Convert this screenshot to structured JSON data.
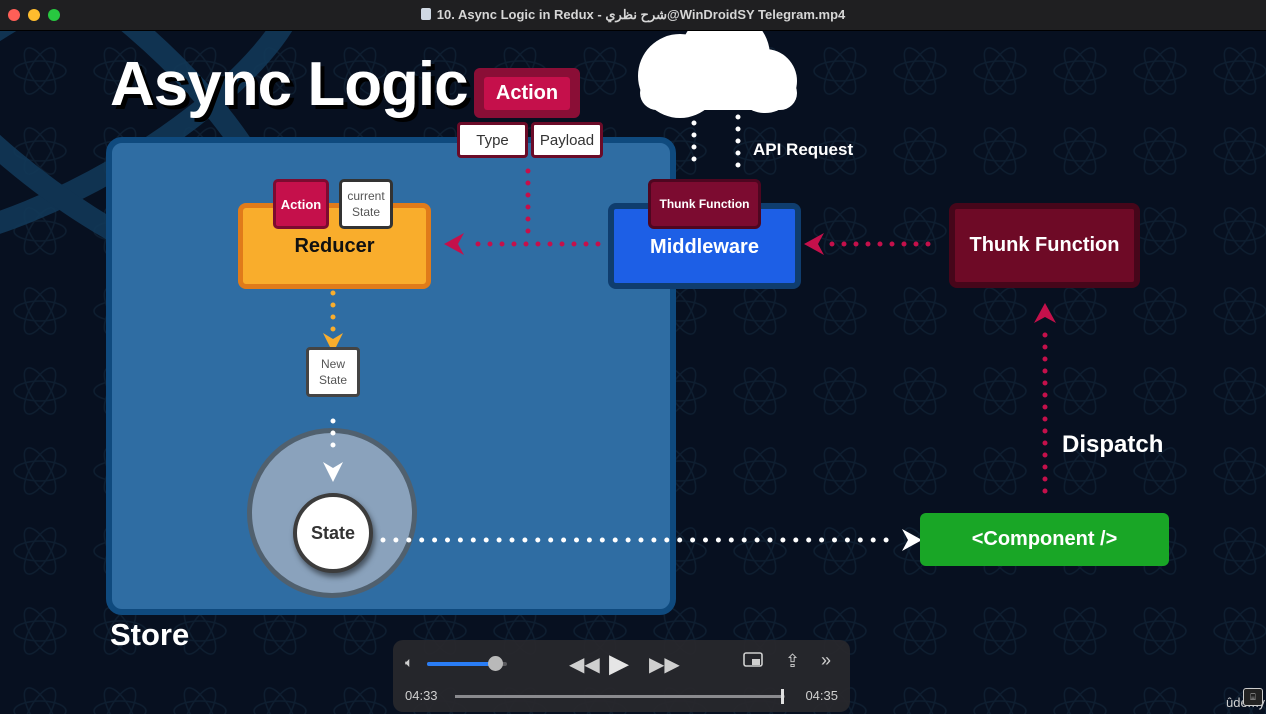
{
  "window": {
    "title": "10. Async Logic in Redux - شرح نظري@WinDroidSY Telegram.mp4"
  },
  "slide": {
    "heading": "Async Logic",
    "store_label": "Store",
    "action_top": "Action",
    "type_label": "Type",
    "payload_label": "Payload",
    "reducer_label": "Reducer",
    "reducer_action": "Action",
    "reducer_current_state": "current State",
    "new_state": "New State",
    "state_label": "State",
    "middleware_label": "Middleware",
    "middleware_thunk": "Thunk Function",
    "api_request": "API Request",
    "thunk_function": "Thunk Function",
    "dispatch": "Dispatch",
    "component": "<Component />",
    "colors": {
      "action_red": "#c5104b",
      "reducer_orange": "#f9ad2c",
      "middleware_blue": "#1d5fe6",
      "thunk_dark_red": "#6e0a26",
      "component_green": "#19a626",
      "store_blue": "#2f6da3"
    }
  },
  "player": {
    "current_time": "04:33",
    "total_time": "04:35",
    "volume_fraction": 0.85,
    "progress_fraction": 0.99,
    "icons": [
      "volume-icon",
      "rewind-icon",
      "play-icon",
      "fast-forward-icon",
      "picture-in-picture-icon",
      "share-icon",
      "more-icon"
    ]
  },
  "watermark": "ûdemy"
}
